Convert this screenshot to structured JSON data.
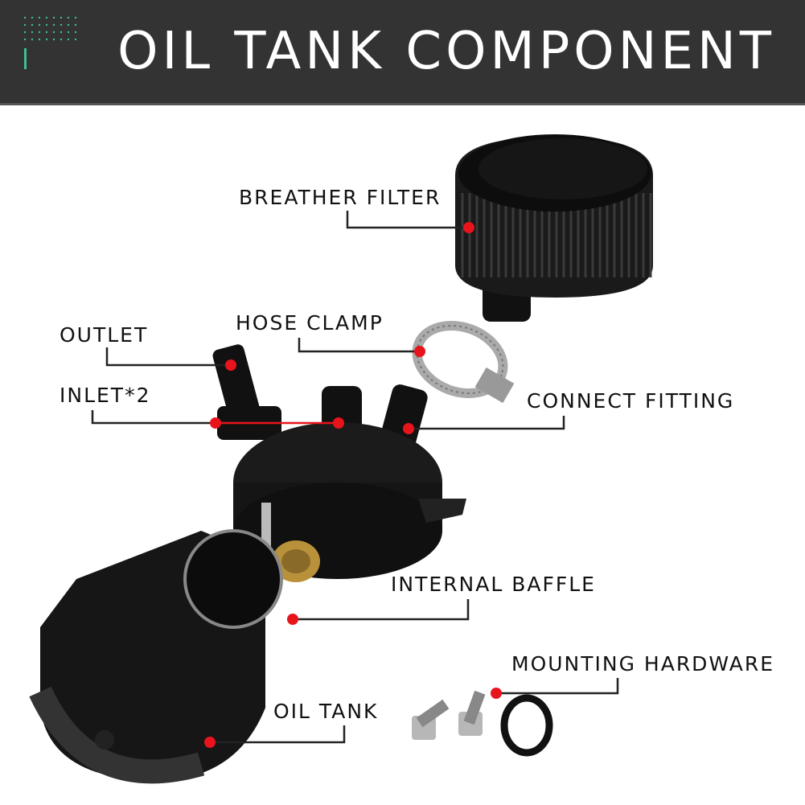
{
  "header": {
    "title": "OIL TANK COMPONENT"
  },
  "colors": {
    "header_bg": "#333333",
    "accent_green": "#3fbf8f",
    "callout_red": "#e8141c"
  },
  "labels": {
    "breather_filter": "BREATHER FILTER",
    "hose_clamp": "HOSE CLAMP",
    "outlet": "OUTLET",
    "inlet": "INLET*2",
    "connect_fitting": "CONNECT FITTING",
    "internal_baffle": "INTERNAL BAFFLE",
    "mounting_hardware": "MOUNTING HARDWARE",
    "oil_tank": "OIL TANK"
  }
}
